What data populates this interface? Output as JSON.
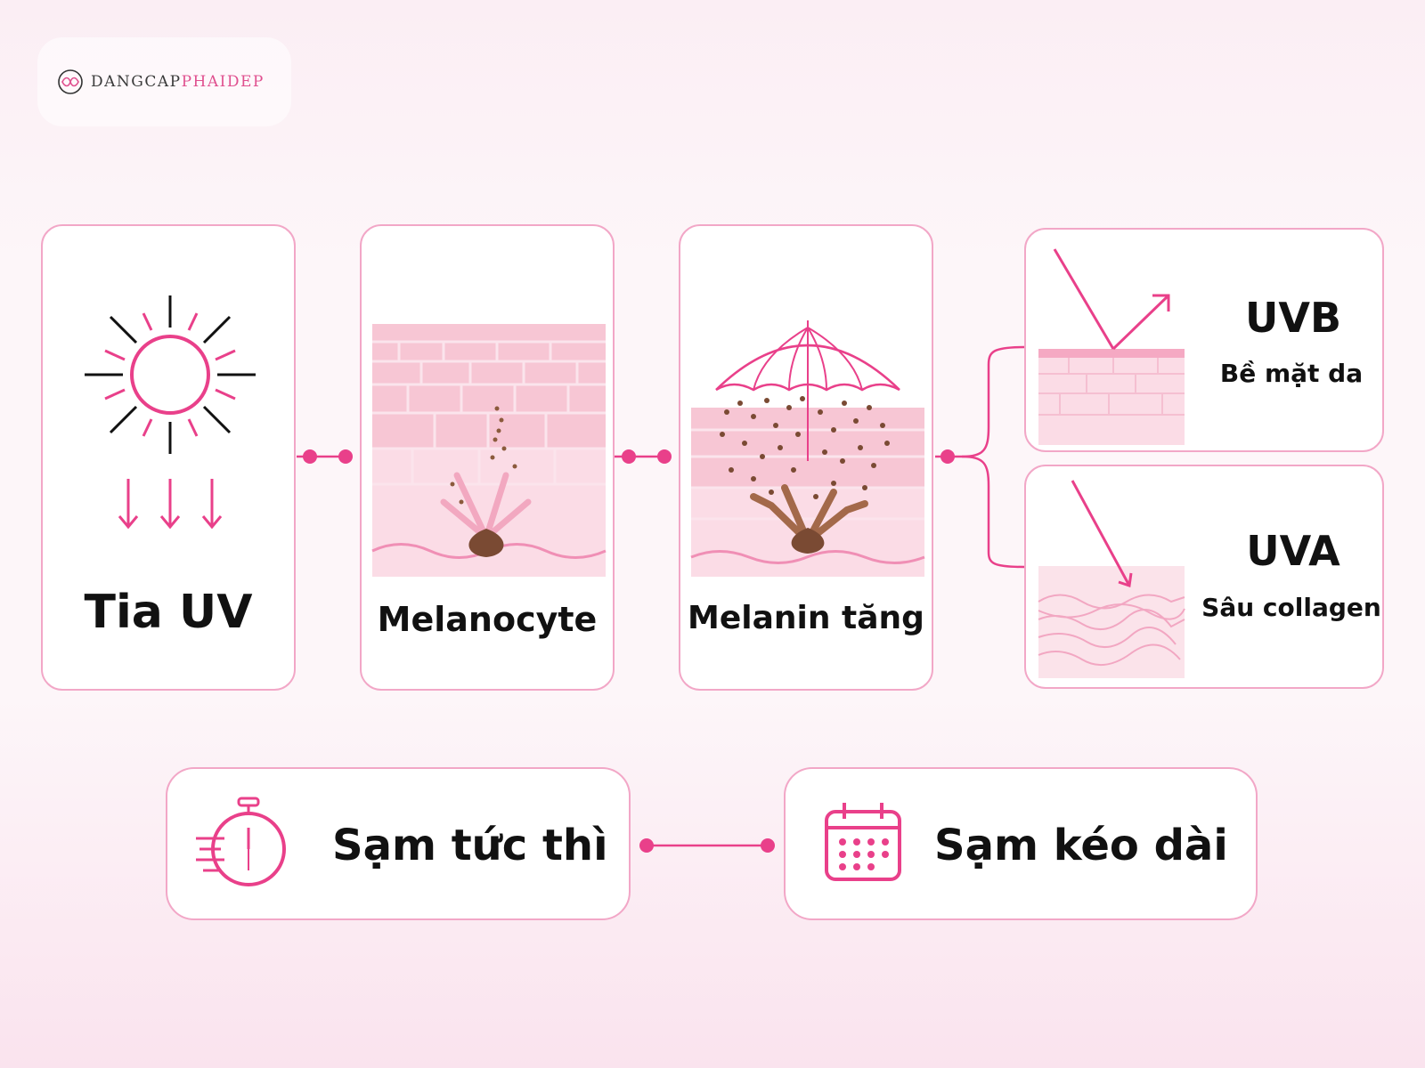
{
  "brand": {
    "part1": "DANGCAP",
    "part2": "PHAIDEP",
    "icon": "infinity-logo-icon"
  },
  "colors": {
    "accent": "#e9408a",
    "border": "#f2a7c7",
    "skin": "#f6bfcf",
    "melanin": "#7a4a33"
  },
  "steps": [
    {
      "label": "Tia UV",
      "icon": "sun-icon"
    },
    {
      "label": "Melanocyte",
      "icon": "melanocyte-illustration"
    },
    {
      "label": "Melanin tăng",
      "icon": "melanin-umbrella-illustration"
    }
  ],
  "branches": [
    {
      "title": "UVB",
      "subtitle": "Bề mặt da",
      "icon": "uvb-reflect-illustration"
    },
    {
      "title": "UVA",
      "subtitle": "Sâu collagen",
      "icon": "uva-penetrate-illustration"
    }
  ],
  "outcomes": [
    {
      "label": "Sạm tức thì",
      "icon": "stopwatch-icon"
    },
    {
      "label": "Sạm kéo dài",
      "icon": "calendar-icon"
    }
  ]
}
